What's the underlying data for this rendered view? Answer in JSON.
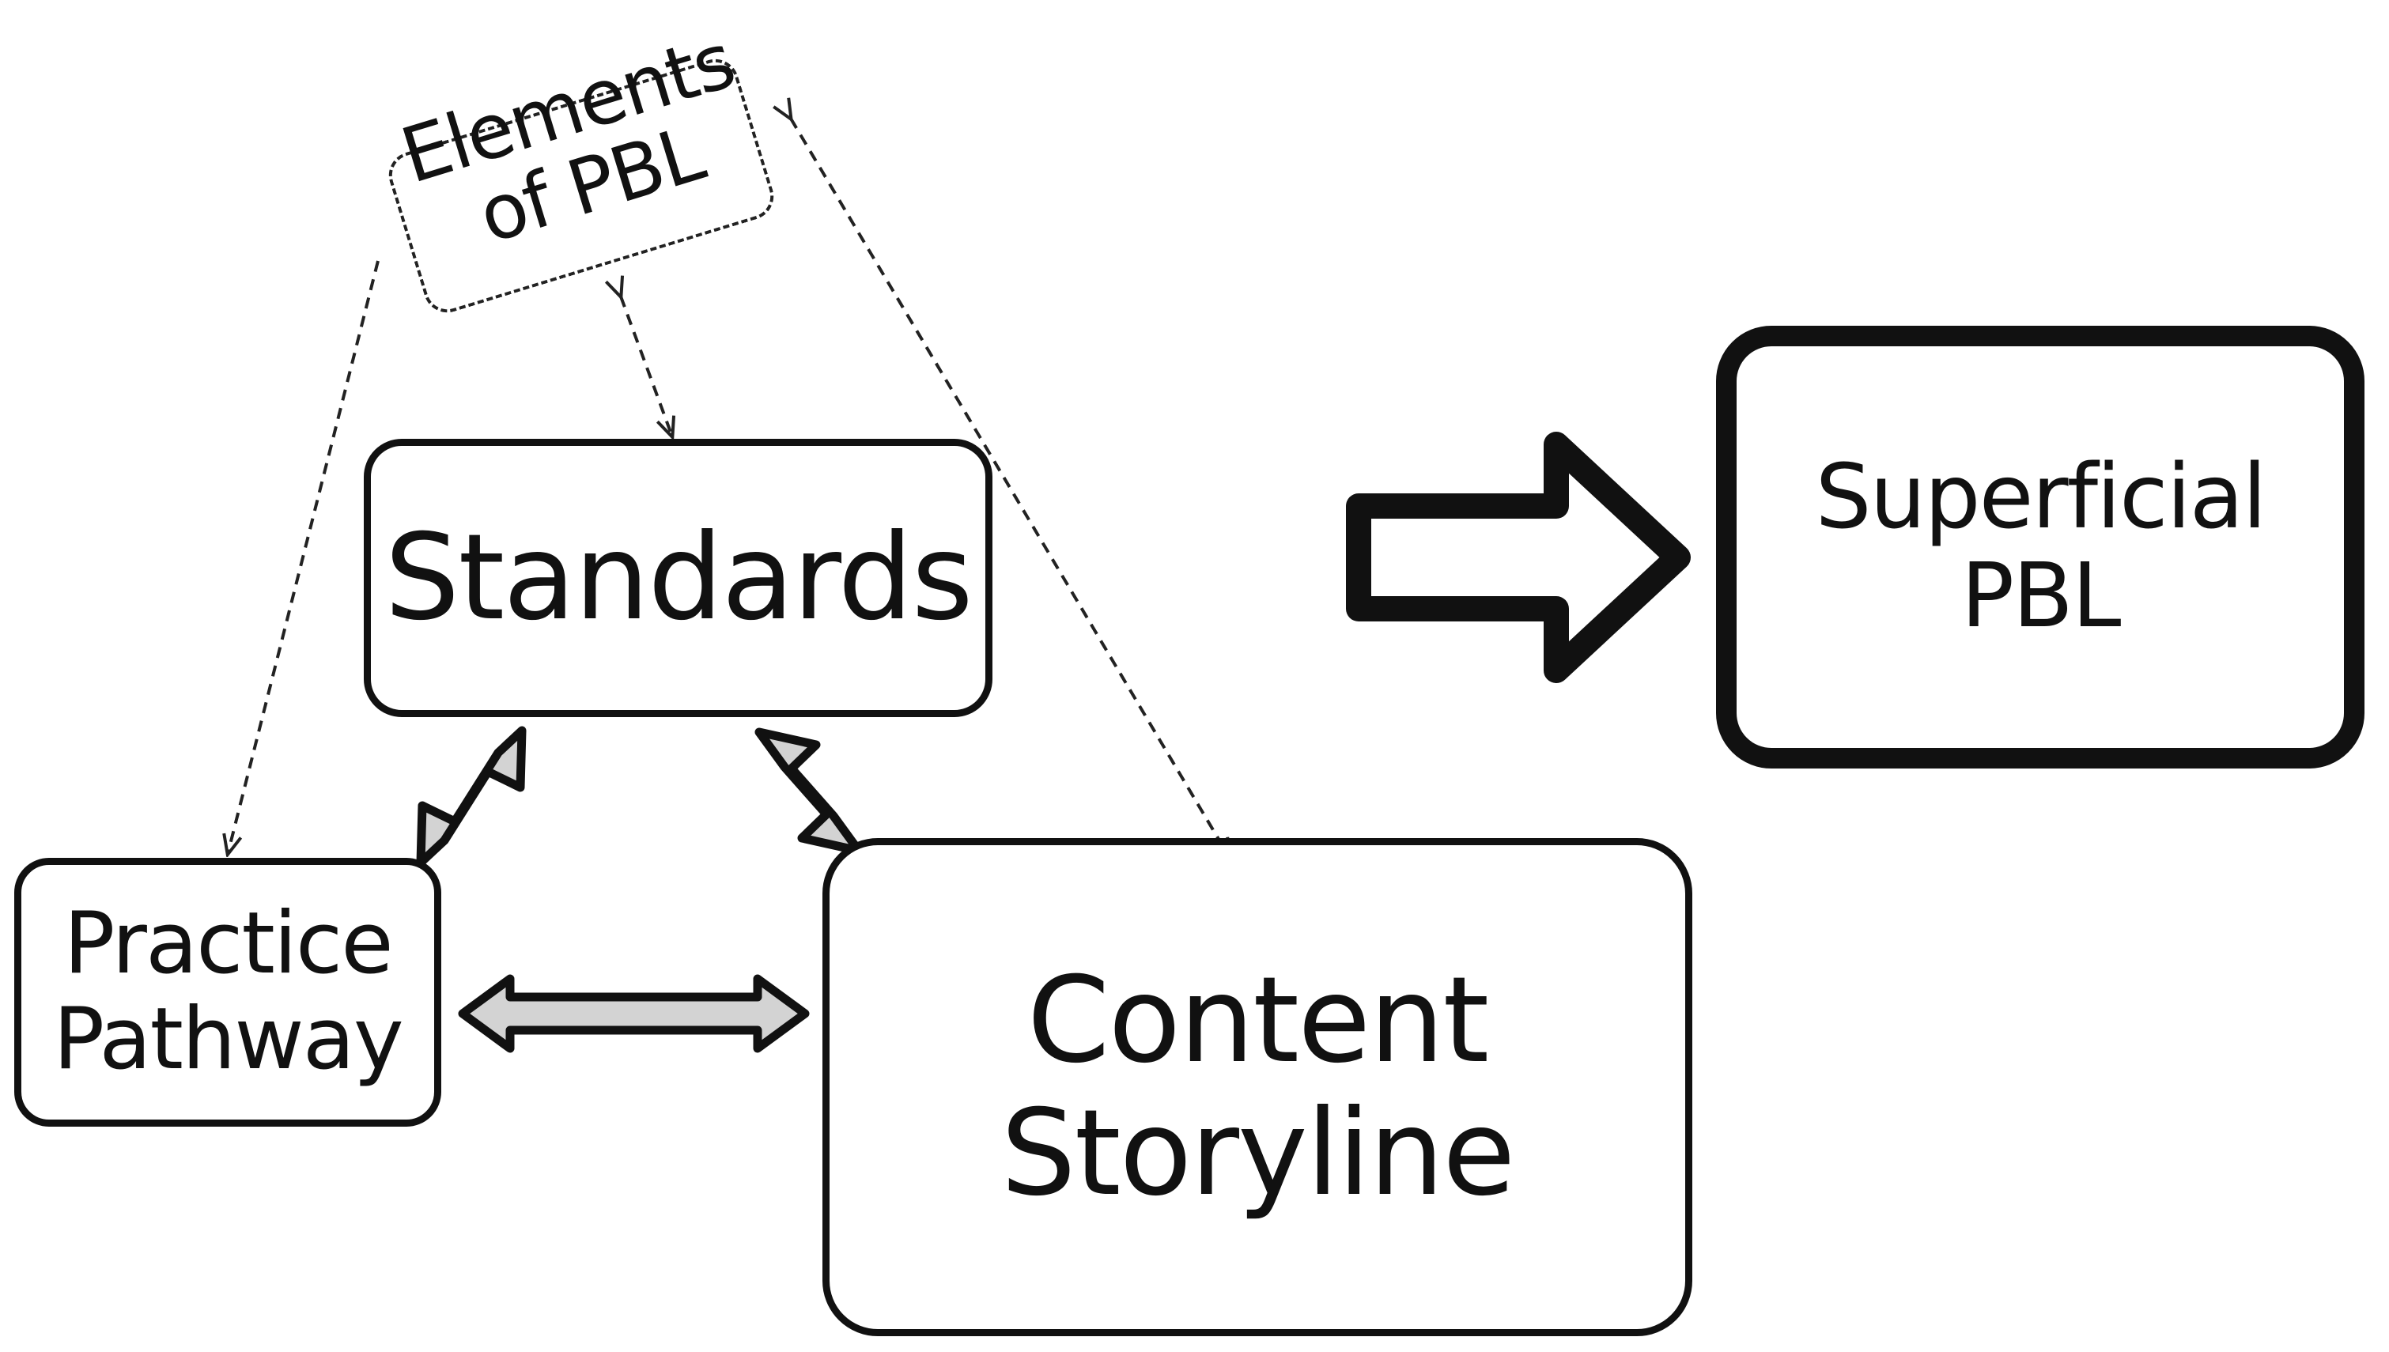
{
  "nodes": {
    "elements": {
      "lines": [
        "Elements",
        "of PBL"
      ]
    },
    "standards": {
      "label": "Standards"
    },
    "practice": {
      "lines": [
        "Practice",
        "Pathway"
      ]
    },
    "content": {
      "lines": [
        "Content",
        "Storyline"
      ]
    },
    "superficial": {
      "label": "Superficial PBL"
    }
  },
  "colors": {
    "stroke": "#111111",
    "double_arrow_fill": "#d3d3d3",
    "block_arrow_fill": "#ffffff"
  },
  "connectors": [
    {
      "from": "elements",
      "to": "practice",
      "style": "dashed",
      "arrowhead": "end"
    },
    {
      "from": "elements",
      "to": "standards",
      "style": "dashed",
      "arrowhead": "both"
    },
    {
      "from": "elements",
      "to": "content",
      "style": "dashed",
      "arrowhead": "both"
    },
    {
      "from": "standards",
      "to": "practice",
      "style": "double-arrow"
    },
    {
      "from": "standards",
      "to": "content",
      "style": "double-arrow"
    },
    {
      "from": "practice",
      "to": "content",
      "style": "double-arrow"
    },
    {
      "from": "cluster",
      "to": "superficial",
      "style": "block-arrow"
    }
  ]
}
